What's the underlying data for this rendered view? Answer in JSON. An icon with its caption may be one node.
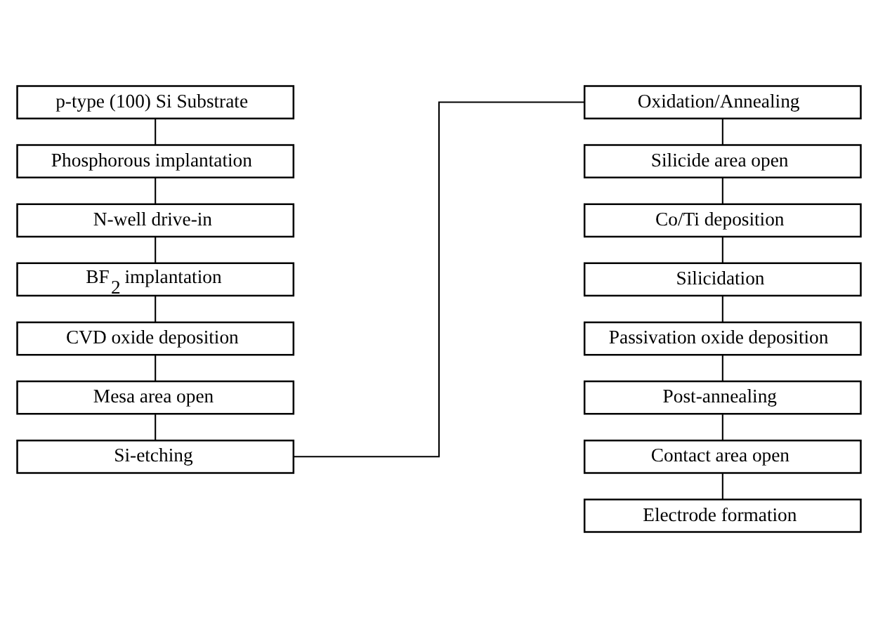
{
  "diagram": {
    "nodes": [
      {
        "text": [
          "p-type (100) Si Substrate"
        ]
      },
      {
        "text": [
          "Phosphorous implantation"
        ]
      },
      {
        "text": [
          "N-well drive-in"
        ]
      },
      {
        "text": [
          "BF$_{2}$ implantation"
        ]
      },
      {
        "text": [
          "CVD oxide deposition"
        ]
      },
      {
        "text": [
          "Mesa area open"
        ]
      },
      {
        "text": [
          "Si-etching"
        ]
      },
      {
        "text": [
          "Oxidation/Annealing"
        ]
      },
      {
        "text": [
          "Silicide area open"
        ]
      },
      {
        "text": [
          "Co/Ti deposition"
        ]
      },
      {
        "text": [
          "Silicidation"
        ]
      },
      {
        "text": [
          "Passivation oxide deposition"
        ]
      },
      {
        "text": [
          "Post-annealing"
        ]
      },
      {
        "text": [
          "Contact area open"
        ]
      },
      {
        "text": [
          "Electrode formation"
        ]
      }
    ],
    "edges": [
      {
        "from": 0,
        "to": 1,
        "arrow": "none"
      },
      {
        "from": 1,
        "to": 2,
        "arrow": "none"
      },
      {
        "from": 2,
        "to": 3,
        "arrow": "none"
      },
      {
        "from": 3,
        "to": 4,
        "arrow": "none"
      },
      {
        "from": 4,
        "to": 5,
        "arrow": "none"
      },
      {
        "from": 5,
        "to": 6,
        "arrow": "none"
      },
      {
        "from": 6,
        "to": 7,
        "arrow": "none"
      },
      {
        "from": 7,
        "to": 8,
        "arrow": "none"
      },
      {
        "from": 8,
        "to": 9,
        "arrow": "none"
      },
      {
        "from": 9,
        "to": 10,
        "arrow": "none"
      },
      {
        "from": 10,
        "to": 11,
        "arrow": "none"
      },
      {
        "from": 11,
        "to": 12,
        "arrow": "none"
      },
      {
        "from": 12,
        "to": 13,
        "arrow": "none"
      },
      {
        "from": 13,
        "to": 14,
        "arrow": "none"
      }
    ]
  }
}
